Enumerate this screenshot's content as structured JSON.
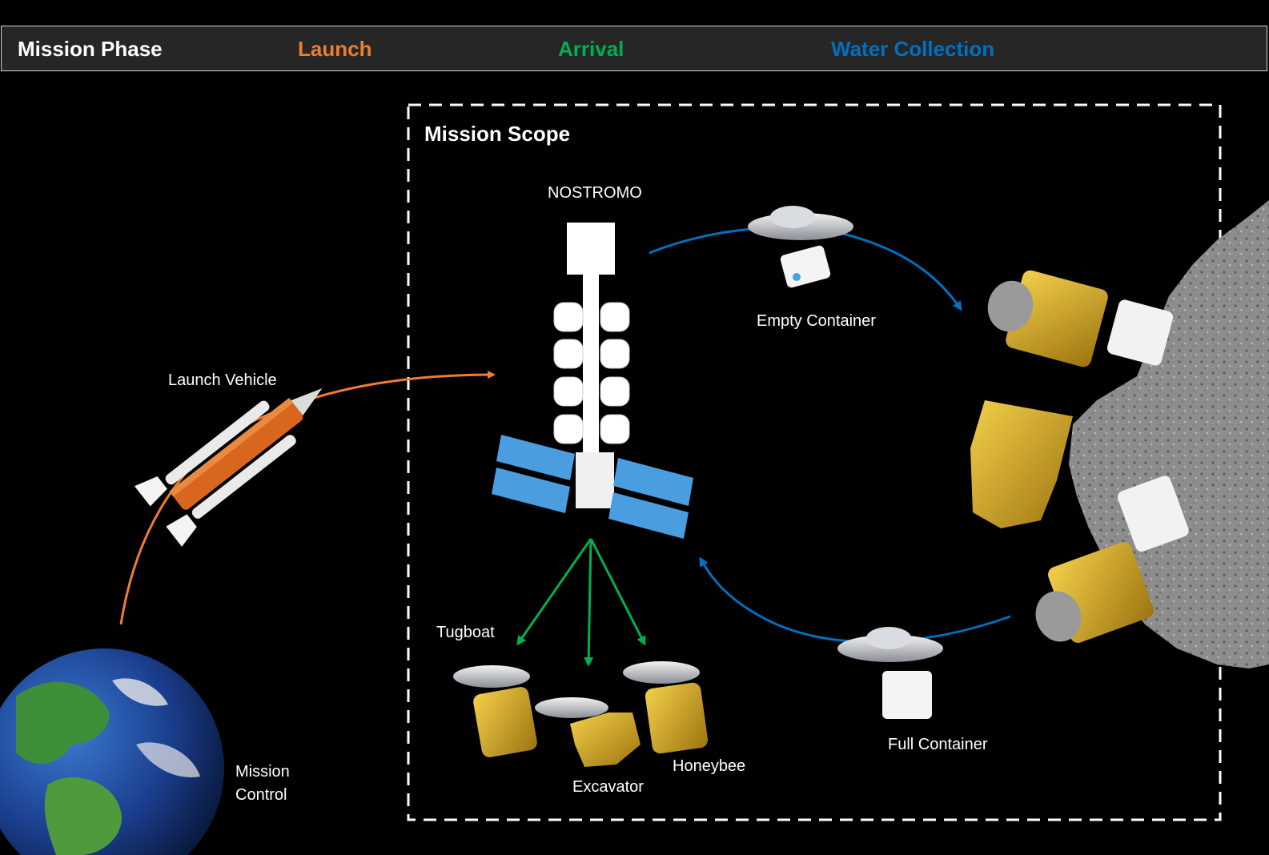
{
  "phase_bar": {
    "title": "Mission Phase",
    "phases": [
      {
        "label": "Launch",
        "color": "#ed7d31"
      },
      {
        "label": "Arrival",
        "color": "#00b050"
      },
      {
        "label": "Water Collection",
        "color": "#0070c0"
      }
    ]
  },
  "scope": {
    "title": "Mission Scope"
  },
  "labels": {
    "nostromo": "NOSTROMO",
    "launch_vehicle": "Launch Vehicle",
    "mission_control_line1": "Mission",
    "mission_control_line2": "Control",
    "empty_container": "Empty Container",
    "full_container": "Full Container",
    "tugboat": "Tugboat",
    "excavator": "Excavator",
    "honeybee": "Honeybee"
  },
  "colors": {
    "launch_arrow": "#ed7d31",
    "arrival_arrow": "#00b050",
    "water_arrow": "#0070c0",
    "solar_panel": "#4a9ee0",
    "robot_body": "#d4a017",
    "asteroid": "#8c8c8c"
  },
  "icons": [
    "earth-icon",
    "rocket-icon",
    "station-icon",
    "saucer-icon",
    "container-icon",
    "excavator-arm-icon",
    "asteroid-icon"
  ]
}
